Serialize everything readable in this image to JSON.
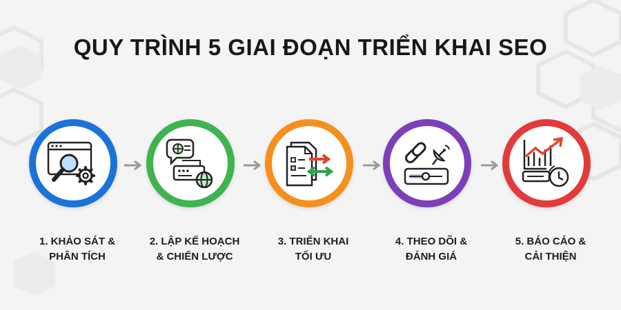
{
  "title": "QUY TRÌNH 5 GIAI ĐOẠN TRIỂN KHAI SEO",
  "steps": [
    {
      "line1": "1. KHẢO SÁT &",
      "line2": "PHÂN TÍCH",
      "color": "#1a73d9",
      "icon": "browser-search-gear-icon"
    },
    {
      "line1": "2. LẬP KẾ HOẠCH",
      "line2": "& CHIẾN LƯỢC",
      "color": "#3fb34f",
      "icon": "plan-globe-icon"
    },
    {
      "line1": "3. TRIỂN KHAI",
      "line2": "TỐI ƯU",
      "color": "#f5901e",
      "icon": "documents-arrows-icon"
    },
    {
      "line1": "4. THEO DÕI &",
      "line2": "ĐÁNH GIÁ",
      "color": "#7b3fb8",
      "icon": "link-satellite-slider-icon"
    },
    {
      "line1": "5. BÁO CÁO &",
      "line2": "CẢI THIỆN",
      "color": "#e23b3b",
      "icon": "chart-clock-icon"
    }
  ],
  "arrow_color": "#9a9a9a"
}
